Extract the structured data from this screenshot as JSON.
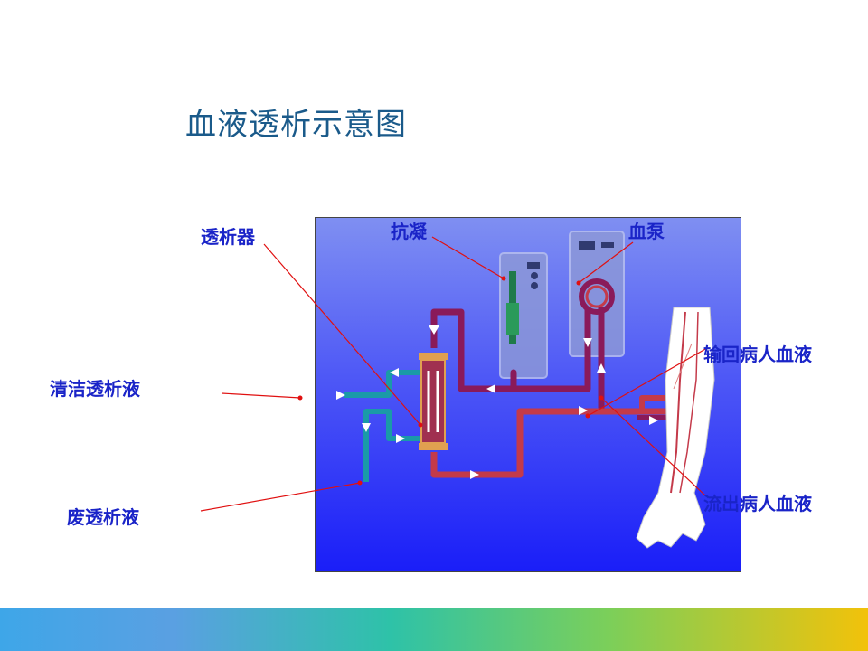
{
  "title": "血液透析示意图",
  "labels": {
    "dialyzer": "透析器",
    "anticoagulant": "抗凝",
    "blood_pump": "血泵",
    "return_blood": "输回病人血液",
    "clean_dialysate": "清洁透析液",
    "outflow_blood": "流出病人血液",
    "waste_dialysate": "废透析液"
  },
  "colors": {
    "title": "#1a5a8a",
    "label": "#1a24c8",
    "pointer": "#e01010",
    "blood_out": "#c43a4a",
    "blood_return": "#8a1a5a",
    "dialysate": "#1a9aa8",
    "panel_top": "#7f8ff2",
    "panel_bottom": "#1a1ef8"
  }
}
